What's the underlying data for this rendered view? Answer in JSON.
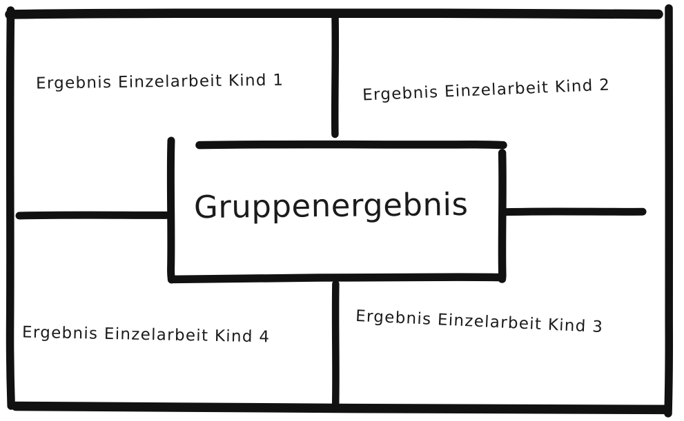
{
  "diagram": {
    "title": "Gruppenergebnis",
    "type": "placemat-four-quadrant",
    "colors": {
      "stroke": "#111111",
      "text": "#1b1b1b",
      "background": "#ffffff"
    },
    "center": {
      "label": "Gruppenergebnis"
    },
    "quadrants": [
      {
        "id": "kind-1",
        "label": "Ergebnis Einzelarbeit Kind 1",
        "position": "top-left"
      },
      {
        "id": "kind-2",
        "label": "Ergebnis Einzelarbeit Kind 2",
        "position": "top-right"
      },
      {
        "id": "kind-3",
        "label": "Ergebnis Einzelarbeit Kind 3",
        "position": "bottom-right"
      },
      {
        "id": "kind-4",
        "label": "Ergebnis Einzelarbeit Kind 4",
        "position": "bottom-left"
      }
    ]
  }
}
